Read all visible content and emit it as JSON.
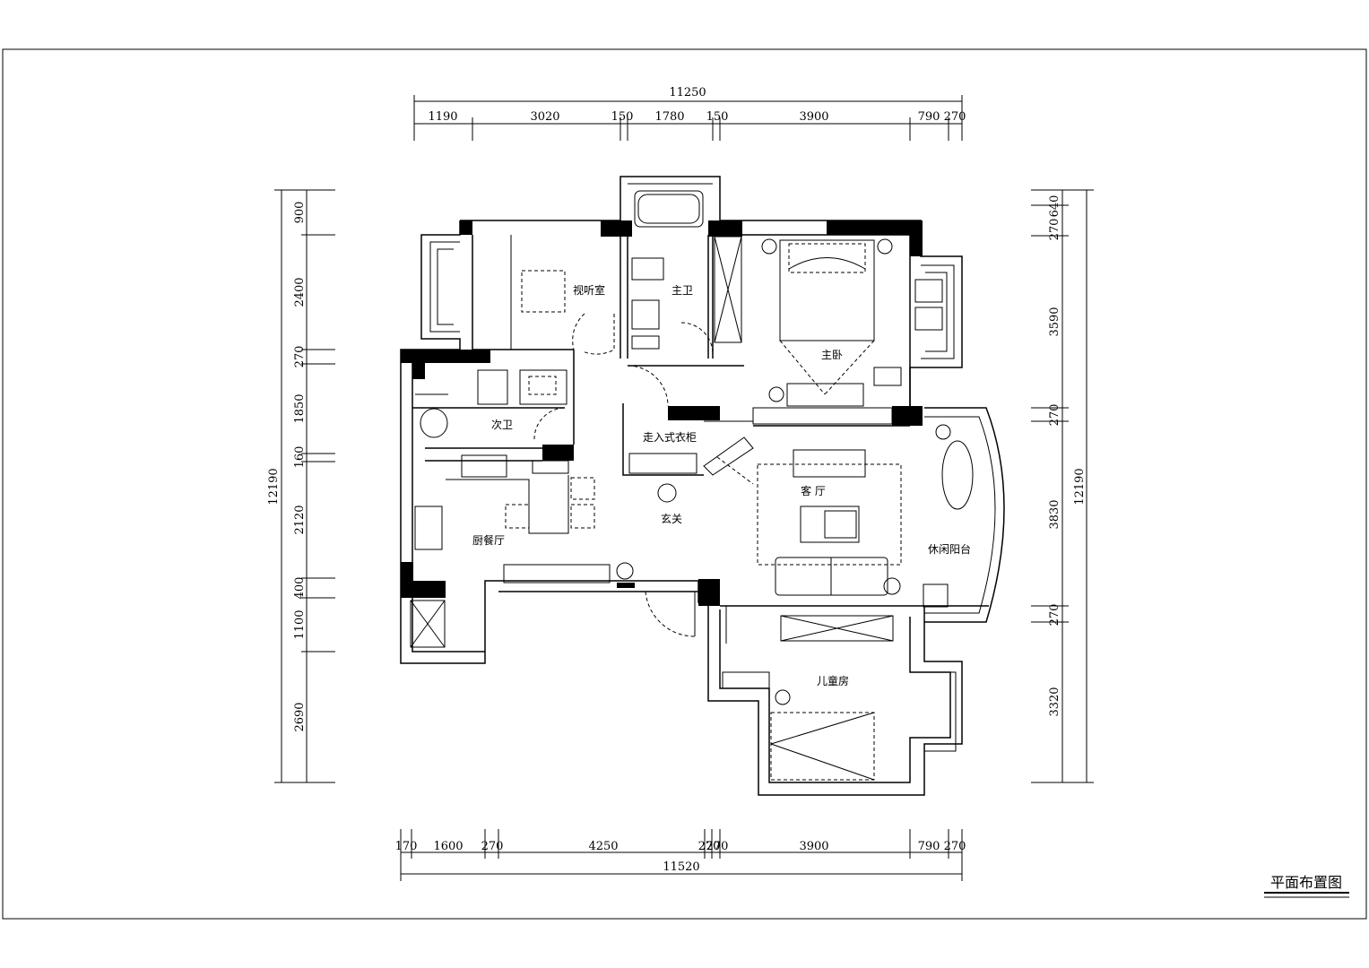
{
  "title": "平面布置图",
  "rooms": {
    "media_room": "视听室",
    "master_bath": "主卫",
    "master_bed": "主卧",
    "second_bath": "次卫",
    "walk_in_closet": "走入式衣柜",
    "living_room": "客 厅",
    "foyer": "玄关",
    "kitchen_dining": "厨餐厅",
    "balcony": "休闲阳台",
    "kids_room": "儿童房"
  },
  "dimensions": {
    "top_total": "11250",
    "top": [
      "1190",
      "3020",
      "150",
      "1780",
      "150",
      "3900",
      "790",
      "270"
    ],
    "bottom_total": "11520",
    "bottom": [
      "170",
      "1600",
      "270",
      "4250",
      "270",
      "270",
      "3900",
      "790",
      "270"
    ],
    "left_total": "12190",
    "left": [
      "900",
      "2400",
      "270",
      "1850",
      "160",
      "2120",
      "400",
      "1100",
      "2690"
    ],
    "right_total": "12190",
    "right": [
      "270",
      "640",
      "3590",
      "270",
      "3830",
      "270",
      "3320"
    ]
  },
  "colors": {
    "line": "#000000",
    "background": "#ffffff"
  }
}
